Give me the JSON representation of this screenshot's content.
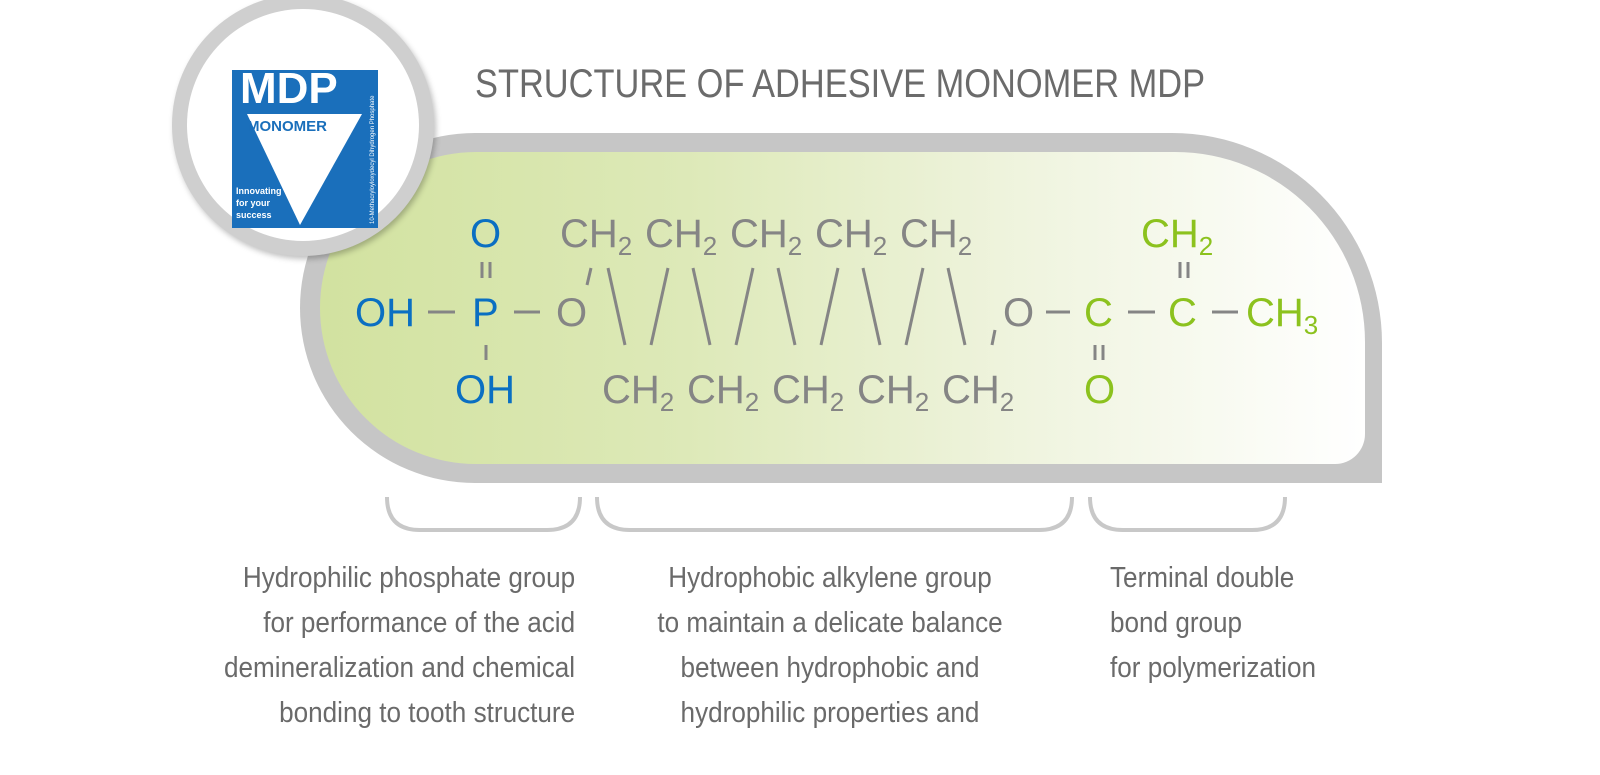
{
  "title": "STRUCTURE OF ADHESIVE MONOMER MDP",
  "logo": {
    "main": "MDP",
    "sub": "MONOMER",
    "tagline": [
      "Innovating",
      "for your",
      "success"
    ],
    "side": "10-Methacryloyloxydecyl Dihydrogen Phosphate"
  },
  "colors": {
    "phosphate": "#0a6fc2",
    "alkylene": "#858585",
    "double_bond": "#8cc21e"
  },
  "chem": {
    "phosphate": {
      "o_top": "O",
      "oh_left": "OH",
      "p": "P",
      "oh_bottom": "OH"
    },
    "o_left": "O",
    "o_right": "O",
    "ch": "CH",
    "sub2": "2",
    "sub3": "3",
    "methacrylate": {
      "c1": "C",
      "c2": "C",
      "o_bottom": "O",
      "ch2_top": "CH",
      "ch3": "CH"
    }
  },
  "descriptions": {
    "phosphate": [
      "Hydrophilic phosphate group",
      "for performance of the acid",
      "demineralization and chemical",
      "bonding to tooth structure"
    ],
    "alkylene": [
      "Hydrophobic alkylene group",
      "to maintain a delicate balance",
      "between hydrophobic and",
      "hydrophilic properties and"
    ],
    "double_bond": [
      "Terminal double",
      "bond group",
      "for polymerization"
    ]
  }
}
